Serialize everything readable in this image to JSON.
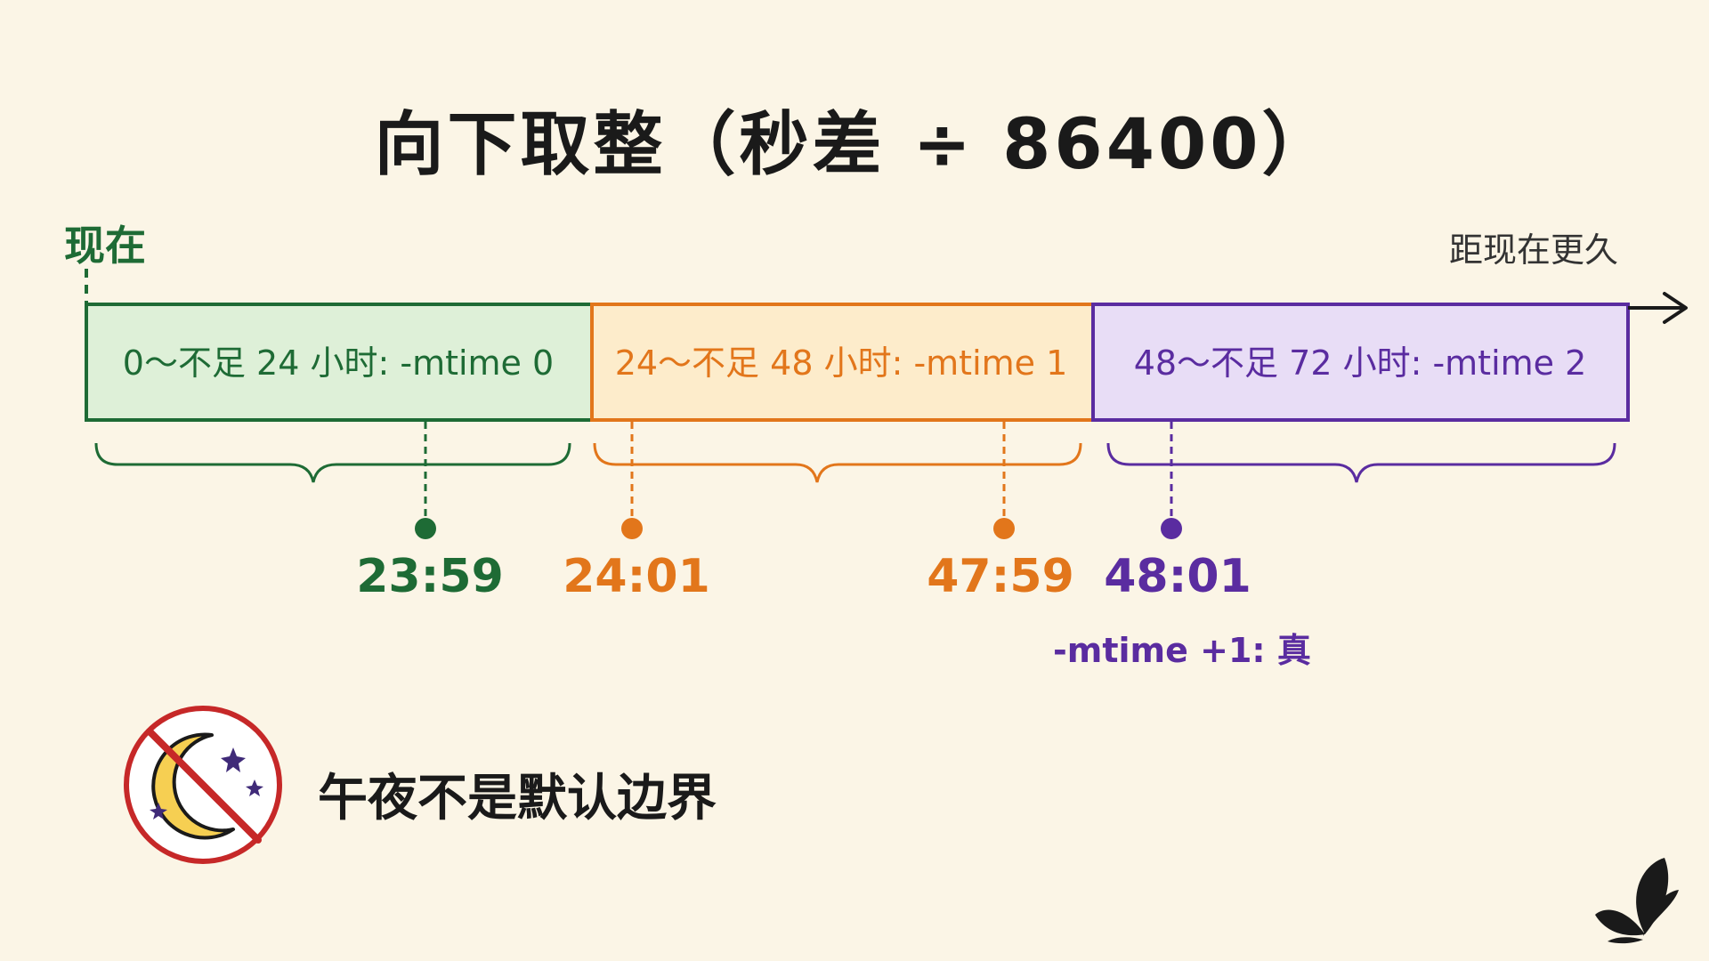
{
  "title": "向下取整（秒差 ÷ 86400）",
  "timeline": {
    "now_label": "现在",
    "farther_label": "距现在更久",
    "segments": [
      {
        "label": "0～不足 24 小时: -mtime 0",
        "color": "#1e6b35",
        "fill": "#def0d8"
      },
      {
        "label": "24～不足 48 小时: -mtime 1",
        "color": "#e2761b",
        "fill": "#fdeccb"
      },
      {
        "label": "48～不足 72 小时: -mtime 2",
        "color": "#5a2ca0",
        "fill": "#e8ddf6"
      }
    ]
  },
  "examples": [
    {
      "time": "23:59",
      "color": "#1e6b35"
    },
    {
      "time": "24:01",
      "color": "#e2761b"
    },
    {
      "time": "47:59",
      "color": "#e2761b"
    },
    {
      "time": "48:01",
      "color": "#5a2ca0"
    }
  ],
  "condition_note": "-mtime +1: 真",
  "midnight_note": "午夜不是默认边界",
  "icons": {
    "no_midnight": "crossed-moon-stars-icon",
    "logo": "butterfly-logo-icon"
  },
  "colors": {
    "background": "#fbf5e6",
    "prohibition_red": "#c62828",
    "moon_yellow": "#f6cf52",
    "star_purple": "#3f2a78"
  }
}
